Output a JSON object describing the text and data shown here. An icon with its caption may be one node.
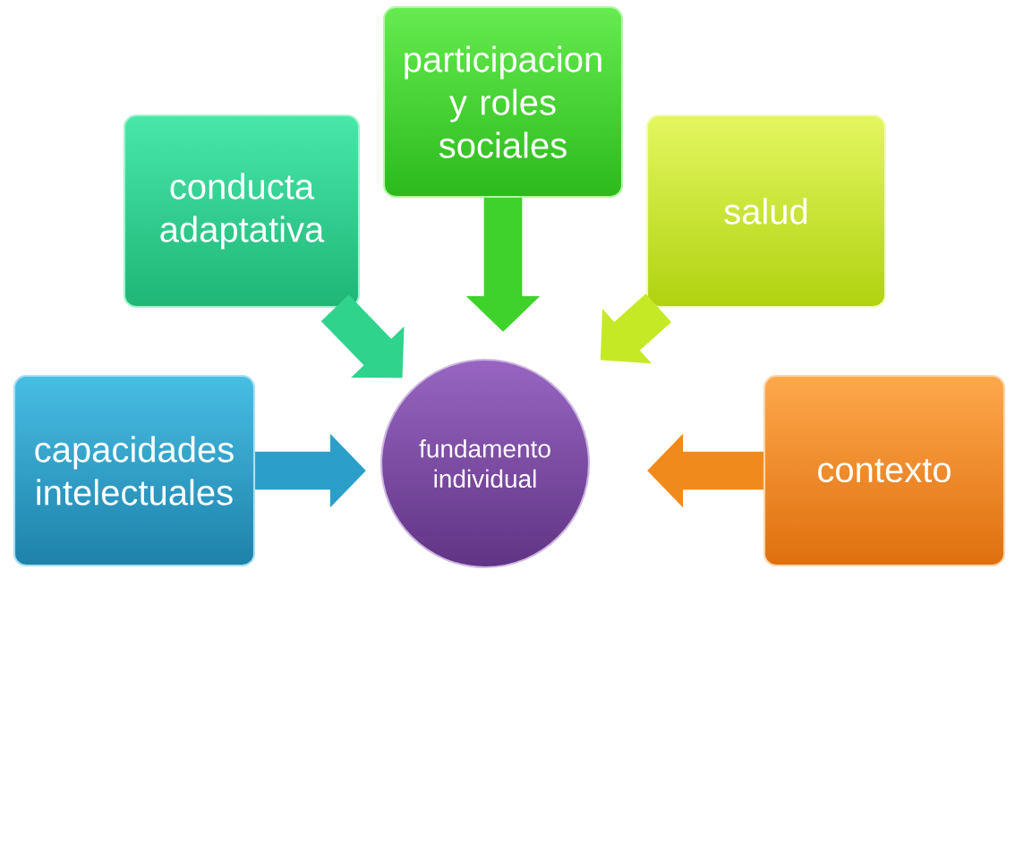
{
  "diagram": {
    "nodes": [
      {
        "text": [
          "participacion y roles sociales"
        ]
      },
      {
        "text": [
          "conducta adaptativa"
        ]
      },
      {
        "text": [
          "salud"
        ]
      },
      {
        "text": [
          "capacidades intelectuales"
        ]
      },
      {
        "text": [
          "fundamento individual"
        ]
      },
      {
        "text": [
          "contexto"
        ]
      }
    ],
    "edges": [
      {
        "from": 0,
        "to": 4,
        "arrow": "to",
        "color": "#3fd22b"
      },
      {
        "from": 1,
        "to": 4,
        "arrow": "to",
        "color": "#2fd38c"
      },
      {
        "from": 2,
        "to": 4,
        "arrow": "to",
        "color": "#c6e926"
      },
      {
        "from": 3,
        "to": 4,
        "arrow": "to",
        "color": "#2c9fc8"
      },
      {
        "from": 5,
        "to": 4,
        "arrow": "to",
        "color": "#f08a1c"
      }
    ]
  }
}
